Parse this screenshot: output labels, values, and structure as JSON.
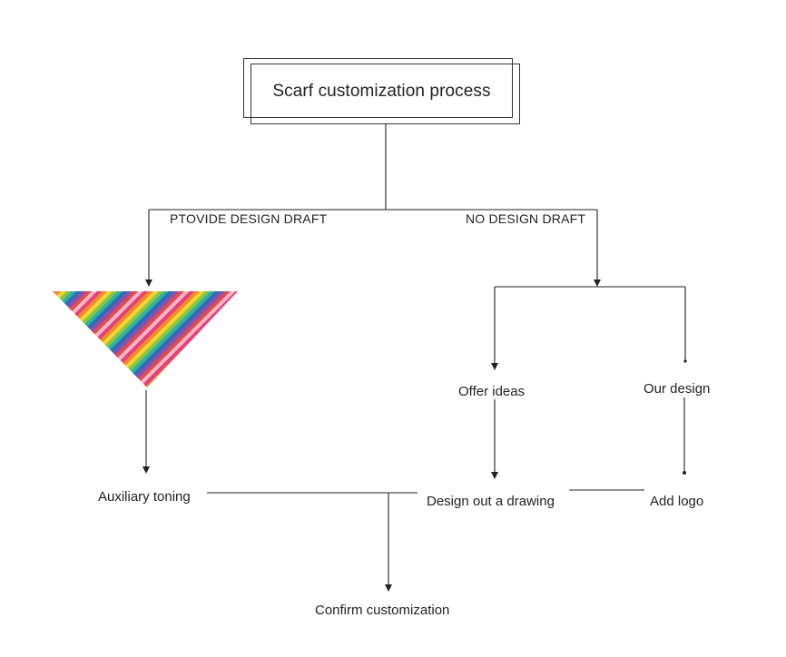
{
  "title": "Scarf customization process",
  "branches": {
    "left": "PTOVIDE DESIGN DRAFT",
    "right": "NO DESIGN DRAFT"
  },
  "steps": {
    "offer_ideas": "Offer ideas",
    "our_design": "Our design",
    "auxiliary_toning": "Auxiliary toning",
    "design_drawing": "Design out a drawing",
    "add_logo": "Add logo",
    "confirm": "Confirm customization"
  },
  "colors": {
    "line": "#222222",
    "text": "#222222",
    "stripes": [
      "#e6407a",
      "#f28c2a",
      "#f5d533",
      "#8cc63f",
      "#2bb3a3",
      "#2f6db5",
      "#8a4fb0",
      "#e34b4b",
      "#f7b7c9"
    ]
  },
  "icons": {
    "scarf": "rainbow-striped-triangle-scarf"
  }
}
